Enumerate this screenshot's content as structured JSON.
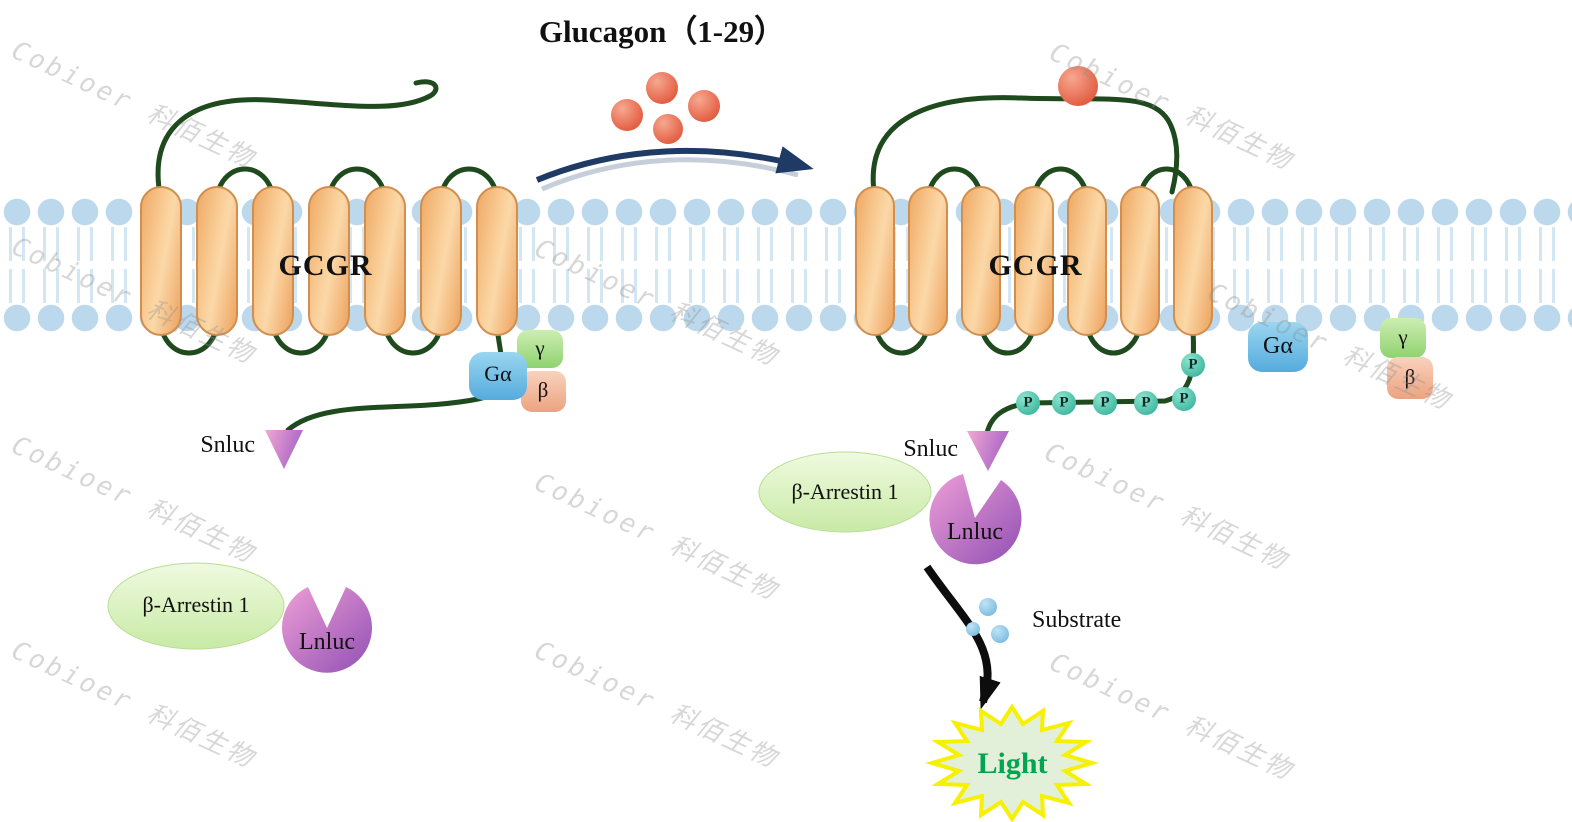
{
  "title": "Glucagon（1-29）",
  "watermark": {
    "text": "Cobioer  科佰生物"
  },
  "inactive_state": {
    "receptor_label": "GCGR",
    "g_alpha": "Gα",
    "g_gamma": "γ",
    "g_beta": "β",
    "snluc_label": "Snluc",
    "arrestin_label": "β-Arrestin 1",
    "lnluc_label": "Lnluc"
  },
  "active_state": {
    "receptor_label": "GCGR",
    "g_alpha": "Gα",
    "g_gamma": "γ",
    "g_beta": "β",
    "snluc_label": "Snluc",
    "arrestin_label": "β-Arrestin 1",
    "lnluc_label": "Lnluc",
    "phosphosites": [
      "P",
      "P",
      "P",
      "P",
      "P",
      "P"
    ]
  },
  "reaction": {
    "substrate_label": "Substrate",
    "light_label": "Light"
  },
  "colors": {
    "membrane_head": "#bcd8ec",
    "helix_fill": "#f6c188",
    "helix_border": "#d08f4f",
    "loop_green": "#1e4a1e",
    "glucagon_red": "#e25238",
    "g_alpha_blue": "#55abdd",
    "g_gamma_green": "#8fd270",
    "g_beta_peach": "#eca380",
    "phospho_teal": "#2fae96",
    "snluc_pink": "#f2a8d2",
    "lnluc_purple": "#9050b4",
    "arrestin_green": "#c9eaa6",
    "substrate_blue": "#6fb4dc",
    "arrow_navy": "#203a66",
    "star_yellow": "#f7f000",
    "light_text_green": "#00a550"
  }
}
